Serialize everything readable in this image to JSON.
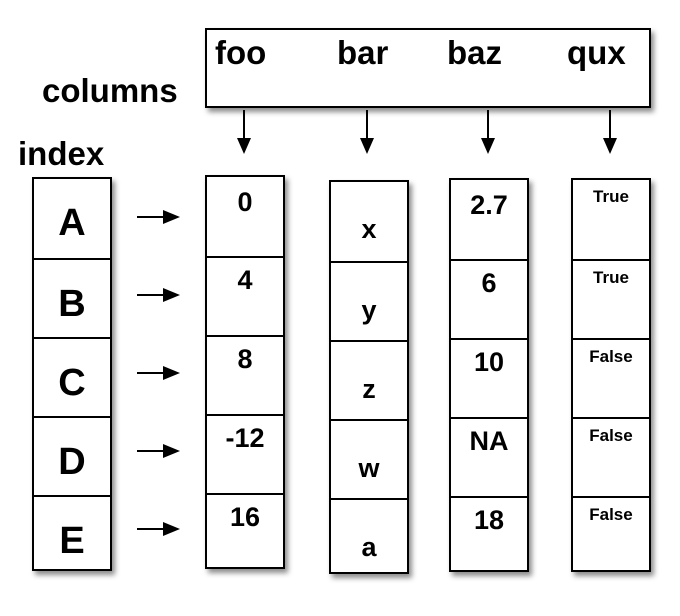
{
  "columns_label": "columns",
  "index_label": "index",
  "column_names": [
    "foo",
    "bar",
    "baz",
    "qux"
  ],
  "index_values": [
    "A",
    "B",
    "C",
    "D",
    "E"
  ],
  "foo": [
    "0",
    "4",
    "8",
    "-12",
    "16"
  ],
  "bar": [
    "x",
    "y",
    "z",
    "w",
    "a"
  ],
  "baz": [
    "2.7",
    "6",
    "10",
    "NA",
    "18"
  ],
  "qux": [
    "True",
    "True",
    "False",
    "False",
    "False"
  ]
}
